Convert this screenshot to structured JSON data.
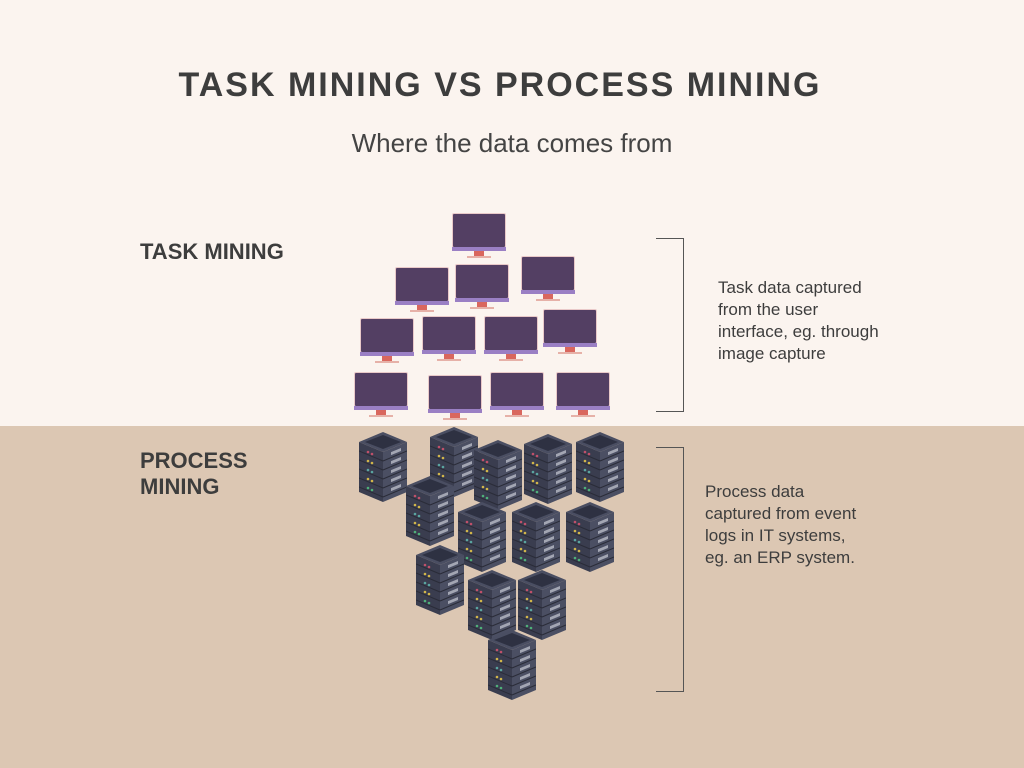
{
  "title": "TASK MINING VS PROCESS MINING",
  "subtitle": "Where the data comes from",
  "task": {
    "label": "TASK MINING",
    "description": [
      "Task data captured",
      "from the user",
      "interface, eg. through",
      "image capture"
    ],
    "icon": "desktop-monitor-icon"
  },
  "process": {
    "label_lines": [
      "PROCESS",
      "MINING"
    ],
    "description": [
      "Process data",
      "captured from event",
      "logs in IT systems,",
      "eg. an ERP system."
    ],
    "icon": "server-rack-icon"
  },
  "colors": {
    "top_bg": "#fbf4ef",
    "bottom_bg": "#dcc7b3",
    "screen": "#533f63",
    "server": "#3f4356"
  }
}
